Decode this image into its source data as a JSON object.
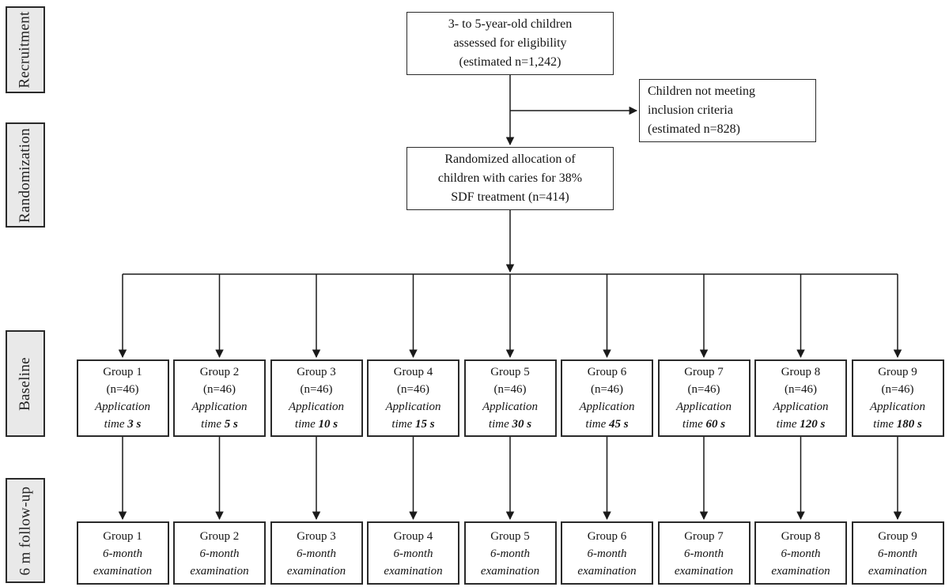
{
  "sidebar": {
    "labels": [
      "Recruitment",
      "Randomization",
      "Baseline",
      "6 m follow-up"
    ]
  },
  "boxes": {
    "eligibility": {
      "line1": "3- to 5-year-old children",
      "line2": "assessed for eligibility",
      "line3": "(estimated n=1,242)"
    },
    "exclusion": {
      "line1": "Children not meeting",
      "line2": "inclusion criteria",
      "line3": "(estimated n=828)"
    },
    "randomization": {
      "line1": "Randomized allocation of",
      "line2": "children with caries for 38%",
      "line3": "SDF treatment (n=414)"
    }
  },
  "baseline_groups": [
    {
      "name": "Group 1",
      "n": "(n=46)",
      "app": "Application",
      "time_word": "time",
      "time_value": "3 s"
    },
    {
      "name": "Group 2",
      "n": "(n=46)",
      "app": "Application",
      "time_word": "time",
      "time_value": "5 s"
    },
    {
      "name": "Group 3",
      "n": "(n=46)",
      "app": "Application",
      "time_word": "time",
      "time_value": "10 s"
    },
    {
      "name": "Group 4",
      "n": "(n=46)",
      "app": "Application",
      "time_word": "time",
      "time_value": "15 s"
    },
    {
      "name": "Group 5",
      "n": "(n=46)",
      "app": "Application",
      "time_word": "time",
      "time_value": "30 s"
    },
    {
      "name": "Group 6",
      "n": "(n=46)",
      "app": "Application",
      "time_word": "time",
      "time_value": "45 s"
    },
    {
      "name": "Group 7",
      "n": "(n=46)",
      "app": "Application",
      "time_word": "time",
      "time_value": "60 s"
    },
    {
      "name": "Group 8",
      "n": "(n=46)",
      "app": "Application",
      "time_word": "time",
      "time_value": "120 s"
    },
    {
      "name": "Group 9",
      "n": "(n=46)",
      "app": "Application",
      "time_word": "time",
      "time_value": "180 s"
    }
  ],
  "followup_groups": [
    {
      "name": "Group 1",
      "line2": "6-month",
      "line3": "examination"
    },
    {
      "name": "Group 2",
      "line2": "6-month",
      "line3": "examination"
    },
    {
      "name": "Group 3",
      "line2": "6-month",
      "line3": "examination"
    },
    {
      "name": "Group 4",
      "line2": "6-month",
      "line3": "examination"
    },
    {
      "name": "Group 5",
      "line2": "6-month",
      "line3": "examination"
    },
    {
      "name": "Group 6",
      "line2": "6-month",
      "line3": "examination"
    },
    {
      "name": "Group 7",
      "line2": "6-month",
      "line3": "examination"
    },
    {
      "name": "Group 8",
      "line2": "6-month",
      "line3": "examination"
    },
    {
      "name": "Group 9",
      "line2": "6-month",
      "line3": "examination"
    }
  ],
  "colors": {
    "sidebar_fill": "#e9e9e9",
    "border_color": "#2a2a2a",
    "line_color": "#1a1a1a"
  }
}
